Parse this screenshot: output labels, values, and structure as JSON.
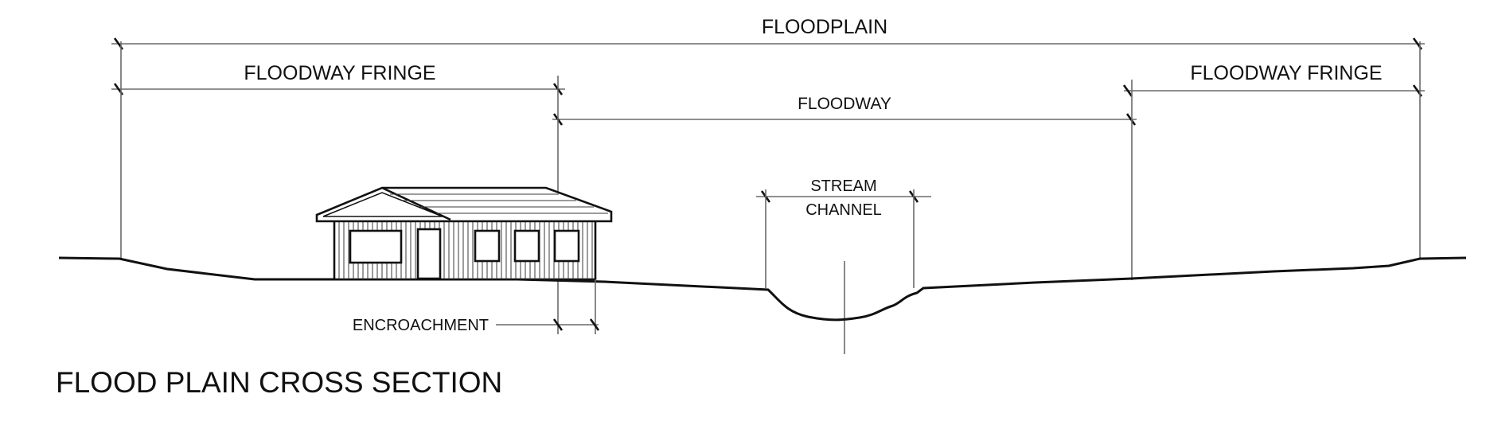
{
  "labels": {
    "floodplain": "FLOODPLAIN",
    "floodway_fringe_left": "FLOODWAY FRINGE",
    "floodway_fringe_right": "FLOODWAY FRINGE",
    "floodway": "FLOODWAY",
    "stream_line1": "STREAM",
    "stream_line2": "CHANNEL",
    "encroachment": "ENCROACHMENT",
    "title": "FLOOD PLAIN CROSS SECTION"
  }
}
